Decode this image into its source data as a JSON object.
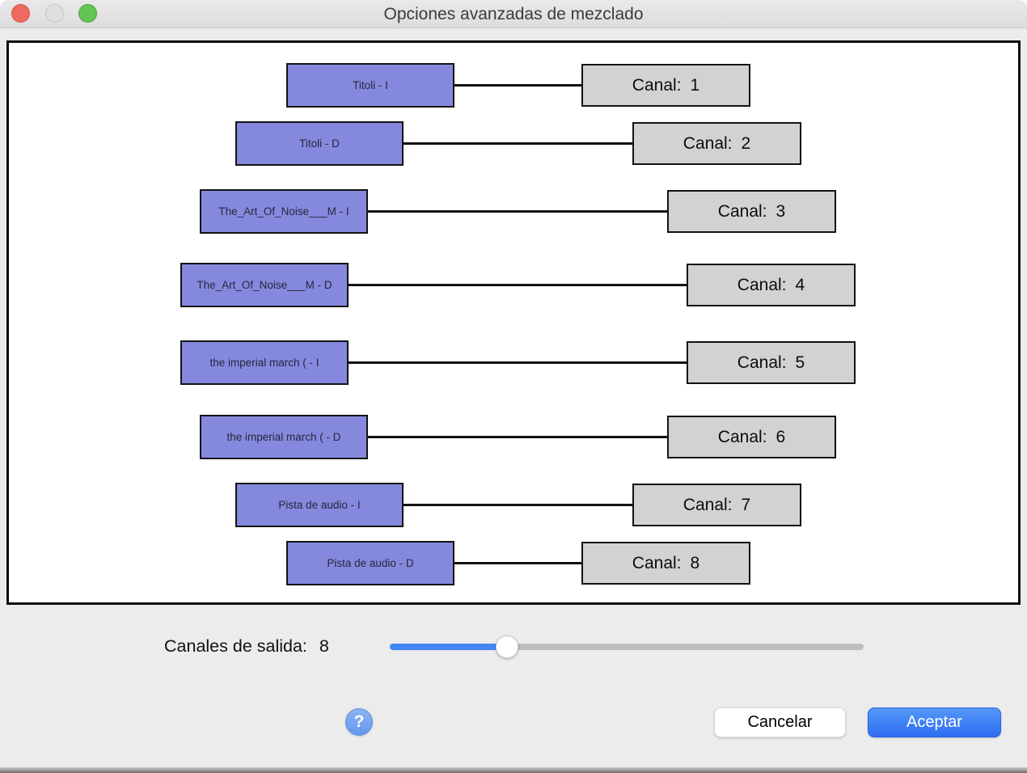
{
  "window": {
    "title": "Opciones avanzadas de mezclado"
  },
  "mixer": {
    "rows": [
      {
        "track": "Titoli - I",
        "channel_label": "Canal:",
        "channel_number": "1"
      },
      {
        "track": "Titoli - D",
        "channel_label": "Canal:",
        "channel_number": "2"
      },
      {
        "track": "The_Art_Of_Noise___M - I",
        "channel_label": "Canal:",
        "channel_number": "3"
      },
      {
        "track": "The_Art_Of_Noise___M - D",
        "channel_label": "Canal:",
        "channel_number": "4"
      },
      {
        "track": "the imperial march ( - I",
        "channel_label": "Canal:",
        "channel_number": "5"
      },
      {
        "track": "the imperial march ( - D",
        "channel_label": "Canal:",
        "channel_number": "6"
      },
      {
        "track": "Pista de audio - I",
        "channel_label": "Canal:",
        "channel_number": "7"
      },
      {
        "track": "Pista de audio - D",
        "channel_label": "Canal:",
        "channel_number": "8"
      }
    ]
  },
  "footer": {
    "output_channels_label": "Canales de salida:",
    "output_channels_value": "8",
    "help_glyph": "?",
    "cancel_label": "Cancelar",
    "accept_label": "Aceptar"
  },
  "colors": {
    "track_box": "#8589dd",
    "channel_box": "#d2d2d2",
    "slider_fill": "#4285f4",
    "accept_button": "#3478f6"
  }
}
